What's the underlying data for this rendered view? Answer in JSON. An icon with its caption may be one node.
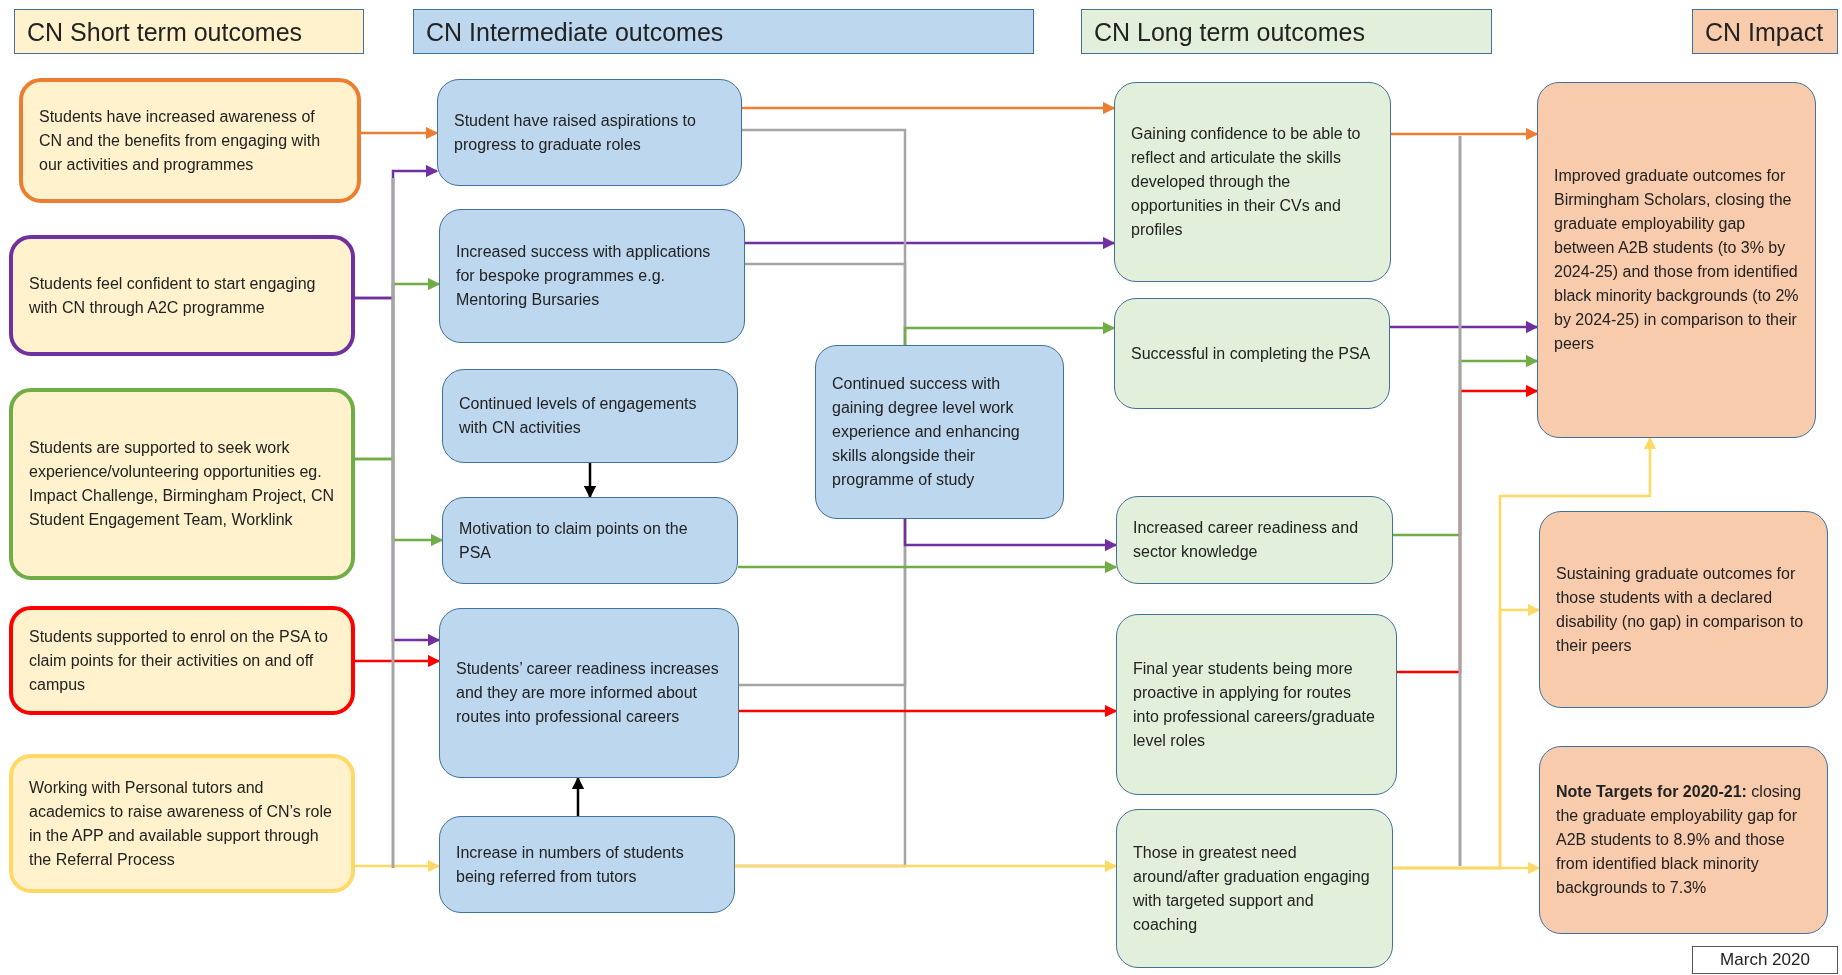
{
  "diagram": {
    "nodes": [
      {
        "text": [
          "CN Short term outcomes"
        ]
      },
      {
        "text": [
          "CN Intermediate outcomes"
        ]
      },
      {
        "text": [
          "CN Long term outcomes"
        ]
      },
      {
        "text": [
          "CN Impact"
        ]
      },
      {
        "text": [
          "Students have increased awareness of CN and the benefits from engaging with our activities and programmes"
        ]
      },
      {
        "text": [
          "Students feel confident to start engaging with CN through A2C programme"
        ]
      },
      {
        "text": [
          "Students are supported to seek work experience/volunteering opportunities eg. Impact Challenge, Birmingham Project, CN Student Engagement Team, Worklink"
        ]
      },
      {
        "text": [
          "Students supported to enrol on the PSA to claim points for their activities on and off campus"
        ]
      },
      {
        "text": [
          "Working with Personal tutors and academics to raise awareness of CN’s role in the APP and available support through the Referral Process"
        ]
      },
      {
        "text": [
          "Student have raised aspirations to progress to graduate roles"
        ]
      },
      {
        "text": [
          "Increased success with applications for bespoke programmes e.g. Mentoring Bursaries"
        ]
      },
      {
        "text": [
          "Continued levels of engagements with CN activities"
        ]
      },
      {
        "text": [
          "Motivation to claim points on the PSA"
        ]
      },
      {
        "text": [
          "Students’ career readiness increases and they are more informed about routes into professional careers"
        ]
      },
      {
        "text": [
          "Increase in numbers of students being referred from tutors"
        ]
      },
      {
        "text": [
          "Continued success with gaining degree level work experience and enhancing skills alongside their programme of study"
        ]
      },
      {
        "text": [
          "Gaining confidence to be able to reflect and articulate the skills developed through the opportunities in their CVs and profiles"
        ]
      },
      {
        "text": [
          "Successful in completing the PSA"
        ]
      },
      {
        "text": [
          "Increased career readiness and sector knowledge"
        ]
      },
      {
        "text": [
          "Final year students being more proactive in applying for routes into professional careers/graduate level roles"
        ]
      },
      {
        "text": [
          "Those in greatest need around/after graduation engaging with targeted support and coaching"
        ]
      },
      {
        "text": [
          "Improved graduate outcomes for Birmingham Scholars, closing the graduate employability gap between A2B students (to 3% by 2024-25) and those from identified black minority backgrounds (to 2% by 2024-25) in comparison to their peers"
        ]
      },
      {
        "text": [
          "Sustaining graduate outcomes for those students with a declared disability (no gap) in comparison to their peers"
        ]
      },
      {
        "text": [
          "**Note Targets for 2020-21:** closing the graduate employability gap for A2B students to 8.9% and those from identified black minority backgrounds to 7.3%"
        ]
      }
    ],
    "edges": [
      {
        "from": 4,
        "to": 9,
        "arrow": "to",
        "color": "#ed7d31"
      },
      {
        "from": 5,
        "to": 9,
        "arrow": "to",
        "color": "#7030a0"
      },
      {
        "from": 5,
        "to": 13,
        "arrow": "to",
        "color": "#7030a0"
      },
      {
        "from": 6,
        "to": 10,
        "arrow": "to",
        "color": "#70ad47"
      },
      {
        "from": 6,
        "to": 12,
        "arrow": "to",
        "color": "#70ad47"
      },
      {
        "from": 7,
        "to": 13,
        "arrow": "to",
        "color": "#ff0000"
      },
      {
        "from": 8,
        "to": 14,
        "arrow": "to",
        "color": "#ffd966"
      },
      {
        "from": 11,
        "to": 12,
        "arrow": "to",
        "color": "#000000"
      },
      {
        "from": 14,
        "to": 13,
        "arrow": "to",
        "color": "#000000"
      },
      {
        "from": 9,
        "to": 16,
        "arrow": "to",
        "color": "#ed7d31"
      },
      {
        "from": 10,
        "to": 16,
        "arrow": "to",
        "color": "#7030a0"
      },
      {
        "from": 9,
        "to": 15,
        "arrow": "none",
        "color": "#a5a5a5"
      },
      {
        "from": 10,
        "to": 15,
        "arrow": "none",
        "color": "#a5a5a5"
      },
      {
        "from": 13,
        "to": 15,
        "arrow": "none",
        "color": "#a5a5a5"
      },
      {
        "from": 14,
        "to": 15,
        "arrow": "none",
        "color": "#a5a5a5"
      },
      {
        "from": 15,
        "to": 17,
        "arrow": "to",
        "color": "#70ad47"
      },
      {
        "from": 15,
        "to": 18,
        "arrow": "to",
        "color": "#7030a0"
      },
      {
        "from": 12,
        "to": 18,
        "arrow": "to",
        "color": "#70ad47"
      },
      {
        "from": 13,
        "to": 19,
        "arrow": "to",
        "color": "#ff0000"
      },
      {
        "from": 14,
        "to": 20,
        "arrow": "to",
        "color": "#ffd966"
      },
      {
        "from": 16,
        "to": 21,
        "arrow": "to",
        "color": "#ed7d31"
      },
      {
        "from": 17,
        "to": 21,
        "arrow": "to",
        "color": "#7030a0"
      },
      {
        "from": 18,
        "to": 21,
        "arrow": "to",
        "color": "#70ad47"
      },
      {
        "from": 19,
        "to": 21,
        "arrow": "to",
        "color": "#ff0000"
      },
      {
        "from": 20,
        "to": 23,
        "arrow": "to",
        "color": "#ffd966"
      },
      {
        "from": 20,
        "to": 22,
        "arrow": "to",
        "color": "#ffd966"
      },
      {
        "from": 20,
        "to": 21,
        "arrow": "to",
        "color": "#ffd966"
      }
    ],
    "labels": [
      "March 2020"
    ]
  }
}
